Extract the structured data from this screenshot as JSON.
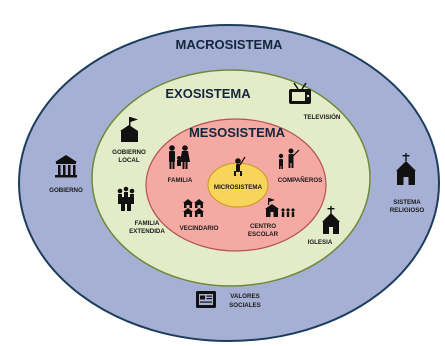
{
  "rings": {
    "macro": {
      "title": "MACROSISTEMA",
      "fill": "#a6b0d4",
      "stroke": "#1d3d5e"
    },
    "exo": {
      "title": "EXOSISTEMA",
      "fill": "#e3ebc8",
      "stroke": "#6c8a3a"
    },
    "meso": {
      "title": "MESOSISTEMA",
      "fill": "#f4a9a3",
      "stroke": "#b5544e"
    },
    "micro": {
      "title": "MICROSISTEMA",
      "fill": "#f7d45a",
      "stroke": "#c79a22"
    }
  },
  "labels": {
    "television": "TELEVISIÓN",
    "gobierno_local_1": "GOBIERNO",
    "gobierno_local_2": "LOCAL",
    "gobierno": "GOBIERNO",
    "familia": "FAMILIA",
    "companeros": "COMPAÑEROS",
    "familia_extendida_1": "FAMILIA",
    "familia_extendida_2": "EXTENDIDA",
    "vecindario": "VECINDARIO",
    "centro_escolar_1": "CENTRO",
    "centro_escolar_2": "ESCOLAR",
    "iglesia": "IGLESIA",
    "sistema_religioso_1": "SISTEMA",
    "sistema_religioso_2": "RELIGIOSO",
    "valores_sociales_1": "VALORES",
    "valores_sociales_2": "SOCIALES"
  },
  "icons": {
    "television": "tv-icon",
    "gobierno_local": "town-hall-icon",
    "gobierno": "government-building-icon",
    "familia": "family-icon",
    "microsistema": "child-icon",
    "companeros": "peers-icon",
    "familia_extendida": "extended-family-icon",
    "vecindario": "houses-icon",
    "centro_escolar": "school-icon",
    "iglesia": "church-icon",
    "sistema_religioso": "church-icon",
    "valores_sociales": "newspaper-icon"
  }
}
